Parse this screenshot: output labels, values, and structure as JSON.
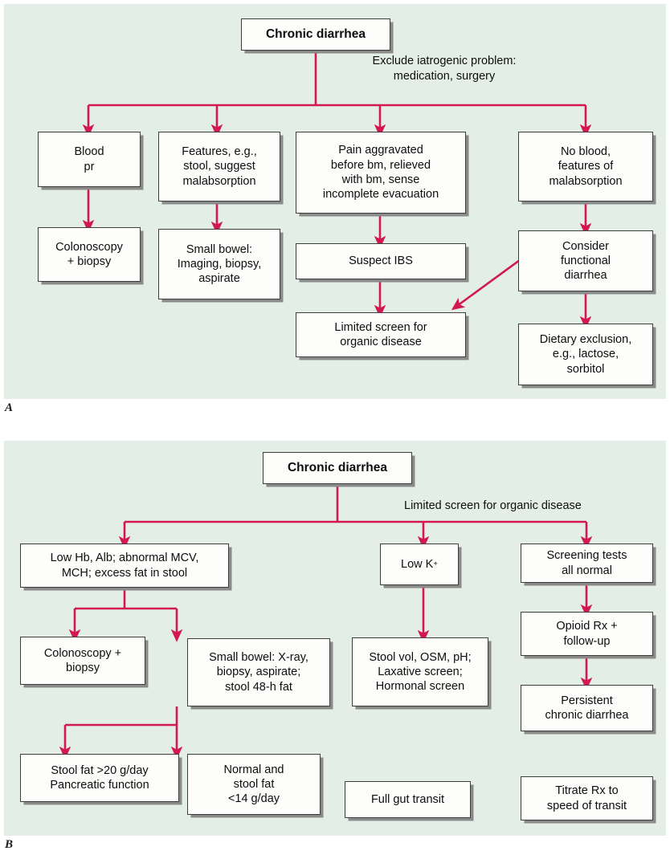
{
  "figure": {
    "background_color": "#e3efe6",
    "connector_color": "#d2184f",
    "box_border_color": "#3d3d3d",
    "box_fill_color": "#fdfdfb"
  },
  "panels": [
    {
      "letter": "A",
      "title": "Chronic diarrhea",
      "edge_labels": [
        {
          "name": "exclude-iatrogenic-note",
          "text": "Exclude iatrogenic problem:\nmedication, surgery"
        }
      ],
      "nodes": [
        {
          "name": "chronic-diarrhea-root",
          "text": "Chronic diarrhea",
          "bold": true
        },
        {
          "name": "blood-pr",
          "text": "Blood\npr"
        },
        {
          "name": "features-suggest-malabsorption",
          "text": "Features, e.g.,\nstool, suggest\nmalabsorption"
        },
        {
          "name": "pain-aggravated-before-bm",
          "text": "Pain aggravated\nbefore bm, relieved\nwith bm, sense\nincomplete evacuation"
        },
        {
          "name": "no-blood-features-malabsorption",
          "text": "No blood,\nfeatures of\nmalabsorption"
        },
        {
          "name": "colonoscopy-biopsy",
          "text": "Colonoscopy\n+ biopsy"
        },
        {
          "name": "small-bowel-imaging",
          "text": "Small bowel:\nImaging, biopsy,\naspirate"
        },
        {
          "name": "suspect-ibs",
          "text": "Suspect IBS"
        },
        {
          "name": "consider-functional-diarrhea",
          "text": "Consider\nfunctional\ndiarrhea"
        },
        {
          "name": "limited-screen-organic-disease",
          "text": "Limited screen for\norganic disease"
        },
        {
          "name": "dietary-exclusion",
          "text": "Dietary exclusion,\ne.g., lactose,\nsorbitol"
        }
      ]
    },
    {
      "letter": "B",
      "title": "Chronic diarrhea",
      "edge_labels": [
        {
          "name": "limited-screen-note",
          "text": "Limited screen for organic disease"
        }
      ],
      "nodes": [
        {
          "name": "chronic-diarrhea-root-b",
          "text": "Chronic diarrhea",
          "bold": true
        },
        {
          "name": "low-hb-alb-abnormal-mcv",
          "text": "Low Hb, Alb; abnormal MCV,\nMCH; excess fat in stool"
        },
        {
          "name": "low-k",
          "text": "Low K+",
          "sup": "+",
          "base": "Low K"
        },
        {
          "name": "screening-tests-all-normal",
          "text": "Screening tests\nall normal"
        },
        {
          "name": "colonoscopy-biopsy-b",
          "text": "Colonoscopy +\nbiopsy"
        },
        {
          "name": "small-bowel-xray",
          "text": "Small bowel: X-ray,\nbiopsy, aspirate;\nstool 48-h fat"
        },
        {
          "name": "stool-vol-osm-ph",
          "text": "Stool vol, OSM, pH;\nLaxative screen;\nHormonal screen"
        },
        {
          "name": "opioid-rx-followup",
          "text": "Opioid Rx +\nfollow-up"
        },
        {
          "name": "persistent-chronic-diarrhea",
          "text": "Persistent\nchronic diarrhea"
        },
        {
          "name": "stool-fat-over-20",
          "text": "Stool fat >20 g/day\nPancreatic function"
        },
        {
          "name": "normal-stool-fat-under-14",
          "text": "Normal and\nstool fat\n<14 g/day"
        },
        {
          "name": "full-gut-transit",
          "text": "Full gut transit"
        },
        {
          "name": "titrate-rx-speed-transit",
          "text": "Titrate Rx to\nspeed of transit"
        }
      ]
    }
  ]
}
